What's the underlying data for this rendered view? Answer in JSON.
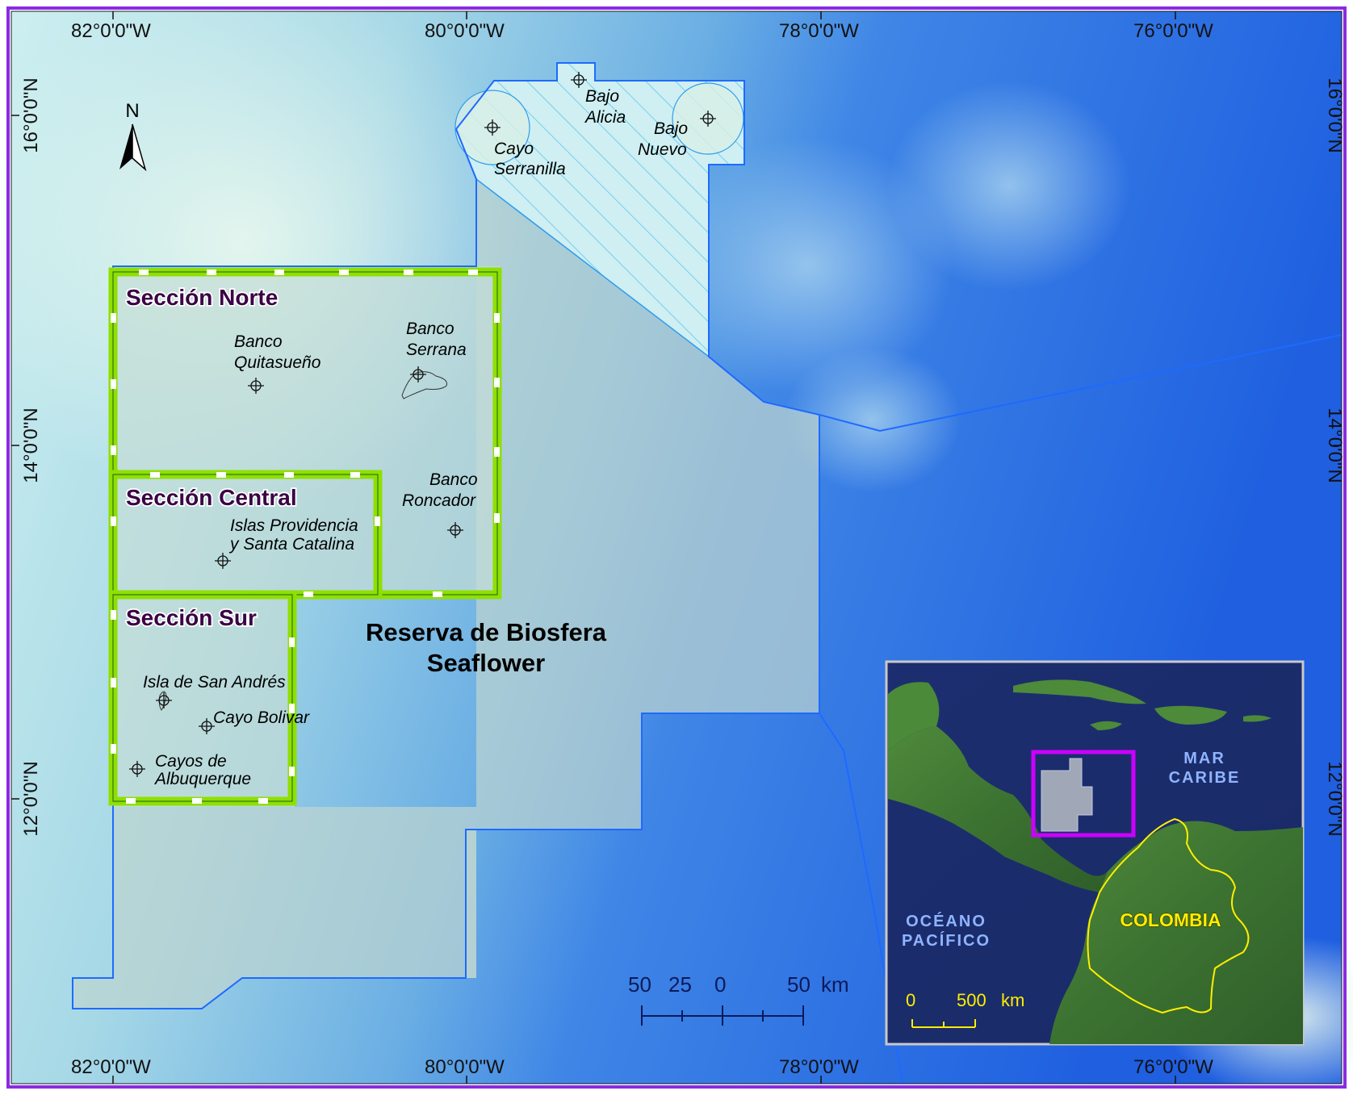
{
  "map": {
    "lon_labels": [
      "82°0'0\"W",
      "80°0'0\"W",
      "78°0'0\"W",
      "76°0'0\"W"
    ],
    "lat_labels": [
      "16°0'0\"N",
      "14°0'0\"N",
      "12°0'0\"N"
    ],
    "north_label": "N",
    "sections": {
      "norte": "Sección Norte",
      "central": "Sección Central",
      "sur": "Sección Sur"
    },
    "places": {
      "cayo_serranilla": [
        "Cayo",
        "Serranilla"
      ],
      "bajo_alicia": [
        "Bajo",
        "Alicia"
      ],
      "bajo_nuevo": [
        "Bajo",
        "Nuevo"
      ],
      "banco_quitasueno": [
        "Banco",
        "Quitasueño"
      ],
      "banco_serrana": [
        "Banco",
        "Serrana"
      ],
      "banco_roncador": [
        "Banco",
        "Roncador"
      ],
      "providencia": [
        "Islas Providencia",
        "y Santa Catalina"
      ],
      "san_andres": "Isla de San Andrés",
      "cayo_bolivar": "Cayo Bolivar",
      "albuquerque": [
        "Cayos de",
        "Albuquerque"
      ]
    },
    "reserve_title": [
      "Reserva de Biosfera",
      "Seaflower"
    ],
    "scale": {
      "labels": [
        "50",
        "25",
        "0",
        "50"
      ],
      "unit": "km"
    },
    "colors": {
      "frame": "#8a2be2",
      "section_border": "#8fe000",
      "reserve_fill": "#bcd4d0",
      "boundary": "#1e6aff"
    }
  },
  "inset": {
    "sea_caribe": [
      "MAR",
      "CARIBE"
    ],
    "sea_pacific": [
      "OCÉANO",
      "PACÍFICO"
    ],
    "country": "COLOMBIA",
    "scale": {
      "zero": "0",
      "value": "500",
      "unit": "km"
    },
    "colors": {
      "highlight_box": "#cc00ff",
      "country_border": "#ffee00"
    }
  }
}
